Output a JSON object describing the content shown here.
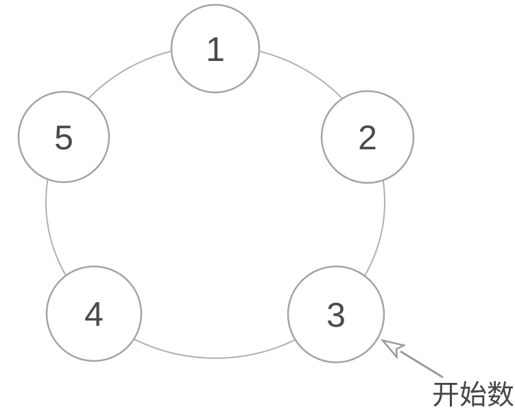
{
  "diagram": {
    "kind": "counting-circle",
    "nodes": [
      {
        "id": "node-1",
        "label": "1"
      },
      {
        "id": "node-2",
        "label": "2"
      },
      {
        "id": "node-3",
        "label": "3"
      },
      {
        "id": "node-4",
        "label": "4"
      },
      {
        "id": "node-5",
        "label": "5"
      }
    ],
    "annotation": {
      "label": "开始数",
      "target": "node-3"
    },
    "colors": {
      "background": "#ffffff",
      "ring_stroke": "#b0b0b0",
      "node_stroke": "#a3a3a3",
      "node_fill": "#ffffff",
      "number_color": "#4a4a4a",
      "arrow_color": "#9a9a9a",
      "text_color": "#464646"
    }
  }
}
